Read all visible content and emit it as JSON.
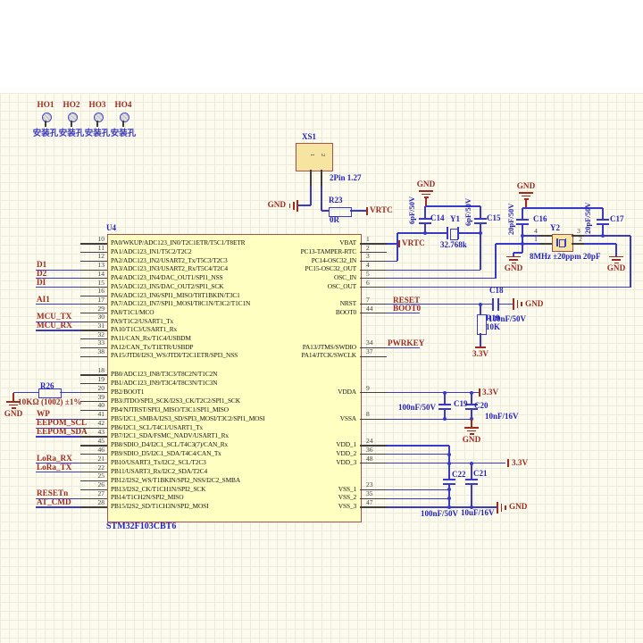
{
  "colors": {
    "wire": "#3a3ac8",
    "stub": "#3f3f3f",
    "red": "#9e2b20",
    "blue": "#2323bb",
    "ic_fill": "#ffffc2",
    "ic_border": "#a65050",
    "part_fill": "#f6e5a0",
    "sheet": "#fcfbee",
    "grid": "#eceadb"
  },
  "holes": {
    "ids": [
      "HO1",
      "HO2",
      "HO3",
      "HO4"
    ],
    "captions": [
      "安装孔",
      "安装孔",
      "安装孔",
      "安装孔"
    ]
  },
  "connector": {
    "ref": "XS1",
    "desc": "2Pin 1.27",
    "pin1": "1",
    "pin2": "2"
  },
  "power": {
    "gnd": "GND",
    "v33": "3.3V",
    "vrtc": "VRTC"
  },
  "netlabels": {
    "reset": "RESET",
    "boot0": "BOOT0",
    "pwrkey": "PWRKEY"
  },
  "components": {
    "r23": {
      "ref": "R23",
      "val": "0R"
    },
    "r26": {
      "ref": "R26",
      "val": "10KΩ (1002) ±1%"
    },
    "r19": {
      "ref": "R19",
      "val": "10K"
    },
    "c14": {
      "ref": "C14",
      "val": "6pF/50V"
    },
    "c15": {
      "ref": "C15",
      "val": "6pF/50V"
    },
    "y1": {
      "ref": "Y1",
      "val": "32.768k"
    },
    "c16": {
      "ref": "C16",
      "val": "20pF/50V"
    },
    "c17": {
      "ref": "C17",
      "val": "20pF/50V"
    },
    "y2": {
      "ref": "Y2",
      "val": "8MHz ±20ppm 20pF",
      "p4": "4",
      "p1": "1",
      "p3": "3",
      "p2": "2"
    },
    "c18": {
      "ref": "C18",
      "val": "100nF/50V"
    },
    "c19": {
      "ref": "C19",
      "val": "100nF/50V"
    },
    "c20": {
      "ref": "C20",
      "val": "10nF/16V"
    },
    "c21": {
      "ref": "C21",
      "val": "10uF/16V"
    },
    "c22": {
      "ref": "C22",
      "val": "100nF/50V"
    }
  },
  "ic": {
    "ref": "U4",
    "part": "STM32F103CBT6",
    "left_pins": [
      {
        "n": "10",
        "name": "PA0/WKUP/ADC123_IN0/T2C1ETR/T5C1/T8ETR"
      },
      {
        "n": "11",
        "name": "PA1/ADC123_IN1/T5C2/T2C2"
      },
      {
        "n": "12",
        "name": "PA2/ADC123_IN2/USART2_Tx/T5C3/T2C3"
      },
      {
        "n": "13",
        "name": "PA3/ADC123_IN3/USART2_Rx/T5C4/T2C4",
        "net": "D1"
      },
      {
        "n": "14",
        "name": "PA4/ADC123_IN4/DAC_OUT1/SPI1_NSS",
        "net": "D2"
      },
      {
        "n": "15",
        "name": "PA5/ADC123_IN5/DAC_OUT2/SPI1_SCK",
        "net": "DI"
      },
      {
        "n": "16",
        "name": "PA6/ADC123_IN6/SPI1_MISO/T8T1BKIN/T3C1"
      },
      {
        "n": "17",
        "name": "PA7/ADC123_IN7/SPI1_MOSI/T8C1N/T3C2/T1C1N",
        "net": "AI1"
      },
      {
        "n": "29",
        "name": "PA8/T1C1/MCO"
      },
      {
        "n": "30",
        "name": "PA9/T1C2/USART1_Tx",
        "net": "MCU_TX"
      },
      {
        "n": "31",
        "name": "PA10/T1C3/USART1_Rx",
        "net": "MCU_RX"
      },
      {
        "n": "32",
        "name": "PA11/CAN_Rx/T1C4/USBDM"
      },
      {
        "n": "33",
        "name": "PA12/CAN_Tx/T1ETR/USBDP"
      },
      {
        "n": "38",
        "name": "PA15/JTDI/I2S3_WS/JTDI/T2C1ETR/SPI3_NSS"
      },
      {
        "n": "18",
        "name": "PB0/ADC123_IN8/T3C3/T8C2N/T1C2N"
      },
      {
        "n": "19",
        "name": "PB1/ADC123_IN9/T3C4/T8C3N/T1C3N"
      },
      {
        "n": "20",
        "name": "PB2/BOOT1"
      },
      {
        "n": "39",
        "name": "PB3/JTDO/SPI3_SCK/I2S3_CK/T2C2/SPI1_SCK"
      },
      {
        "n": "40",
        "name": "PB4/NJTRST/SPI3_MISO/T3C1/SPI1_MISO"
      },
      {
        "n": "41",
        "name": "PB5/I2C1_SMBA/I2S3_SD/SPI3_MOSI/T3C2/SPI1_MOSI",
        "net": "WP"
      },
      {
        "n": "42",
        "name": "PB6/I2C1_SCL/T4C1/USART1_Tx",
        "net": "EEPOM_SCL"
      },
      {
        "n": "43",
        "name": "PB7/I2C1_SDA/FSMC_NADV/USART1_Rx",
        "net": "EEPOM_SDA"
      },
      {
        "n": "45",
        "name": "PB8/SDIO_D4/I2C1_SCL/T4C3(7)/CAN_Rx"
      },
      {
        "n": "46",
        "name": "PB9/SDIO_D5/I2C1_SDA/T4C4/CAN_Tx"
      },
      {
        "n": "21",
        "name": "PB10/USART3_Tx/I2C2_SCL/T2C3",
        "net": "LoRa_RX"
      },
      {
        "n": "22",
        "name": "PB11/USART3_Rx/I2C2_SDA/T2C4",
        "net": "LoRa_TX"
      },
      {
        "n": "25",
        "name": "PB12/I2S2_WS/T1BKIN/SPI2_NSS/I2C2_SMBA"
      },
      {
        "n": "26",
        "name": "PB13/I2S2_CK/T1CH1N/SPI2_SCK"
      },
      {
        "n": "27",
        "name": "PB14/T1CH2N/SPI2_MISO",
        "net": "RESETn"
      },
      {
        "n": "28",
        "name": "PB15/I2S2_SD/T1CH3N/SPI2_MOSI",
        "net": "AT_CMD"
      }
    ],
    "right_pins": [
      {
        "n": "1",
        "name": "VBAT",
        "row": 1
      },
      {
        "n": "2",
        "name": "PC13-TAMPER-RTC",
        "row": 2
      },
      {
        "n": "3",
        "name": "PC14-OSC32_IN",
        "row": 3
      },
      {
        "n": "4",
        "name": "PC15-OSC32_OUT",
        "row": 4
      },
      {
        "n": "5",
        "name": "OSC_IN",
        "row": 5
      },
      {
        "n": "6",
        "name": "OSC_OUT",
        "row": 6
      },
      {
        "n": "7",
        "name": "NRST",
        "row": 8
      },
      {
        "n": "44",
        "name": "BOOT0",
        "row": 9
      },
      {
        "n": "34",
        "name": "PA13/JTMS/SWDIO",
        "row": 13
      },
      {
        "n": "37",
        "name": "PA14/JTCK/SWCLK",
        "row": 14
      },
      {
        "n": "9",
        "name": "VDDA",
        "row": 17
      },
      {
        "n": "8",
        "name": "VSSA",
        "row": 20
      },
      {
        "n": "24",
        "name": "VDD_1",
        "row": 23
      },
      {
        "n": "36",
        "name": "VDD_2",
        "row": 24
      },
      {
        "n": "48",
        "name": "VDD_3",
        "row": 25
      },
      {
        "n": "23",
        "name": "VSS_1",
        "row": 28
      },
      {
        "n": "35",
        "name": "VSS_2",
        "row": 29
      },
      {
        "n": "47",
        "name": "VSS_3",
        "row": 30
      }
    ]
  }
}
